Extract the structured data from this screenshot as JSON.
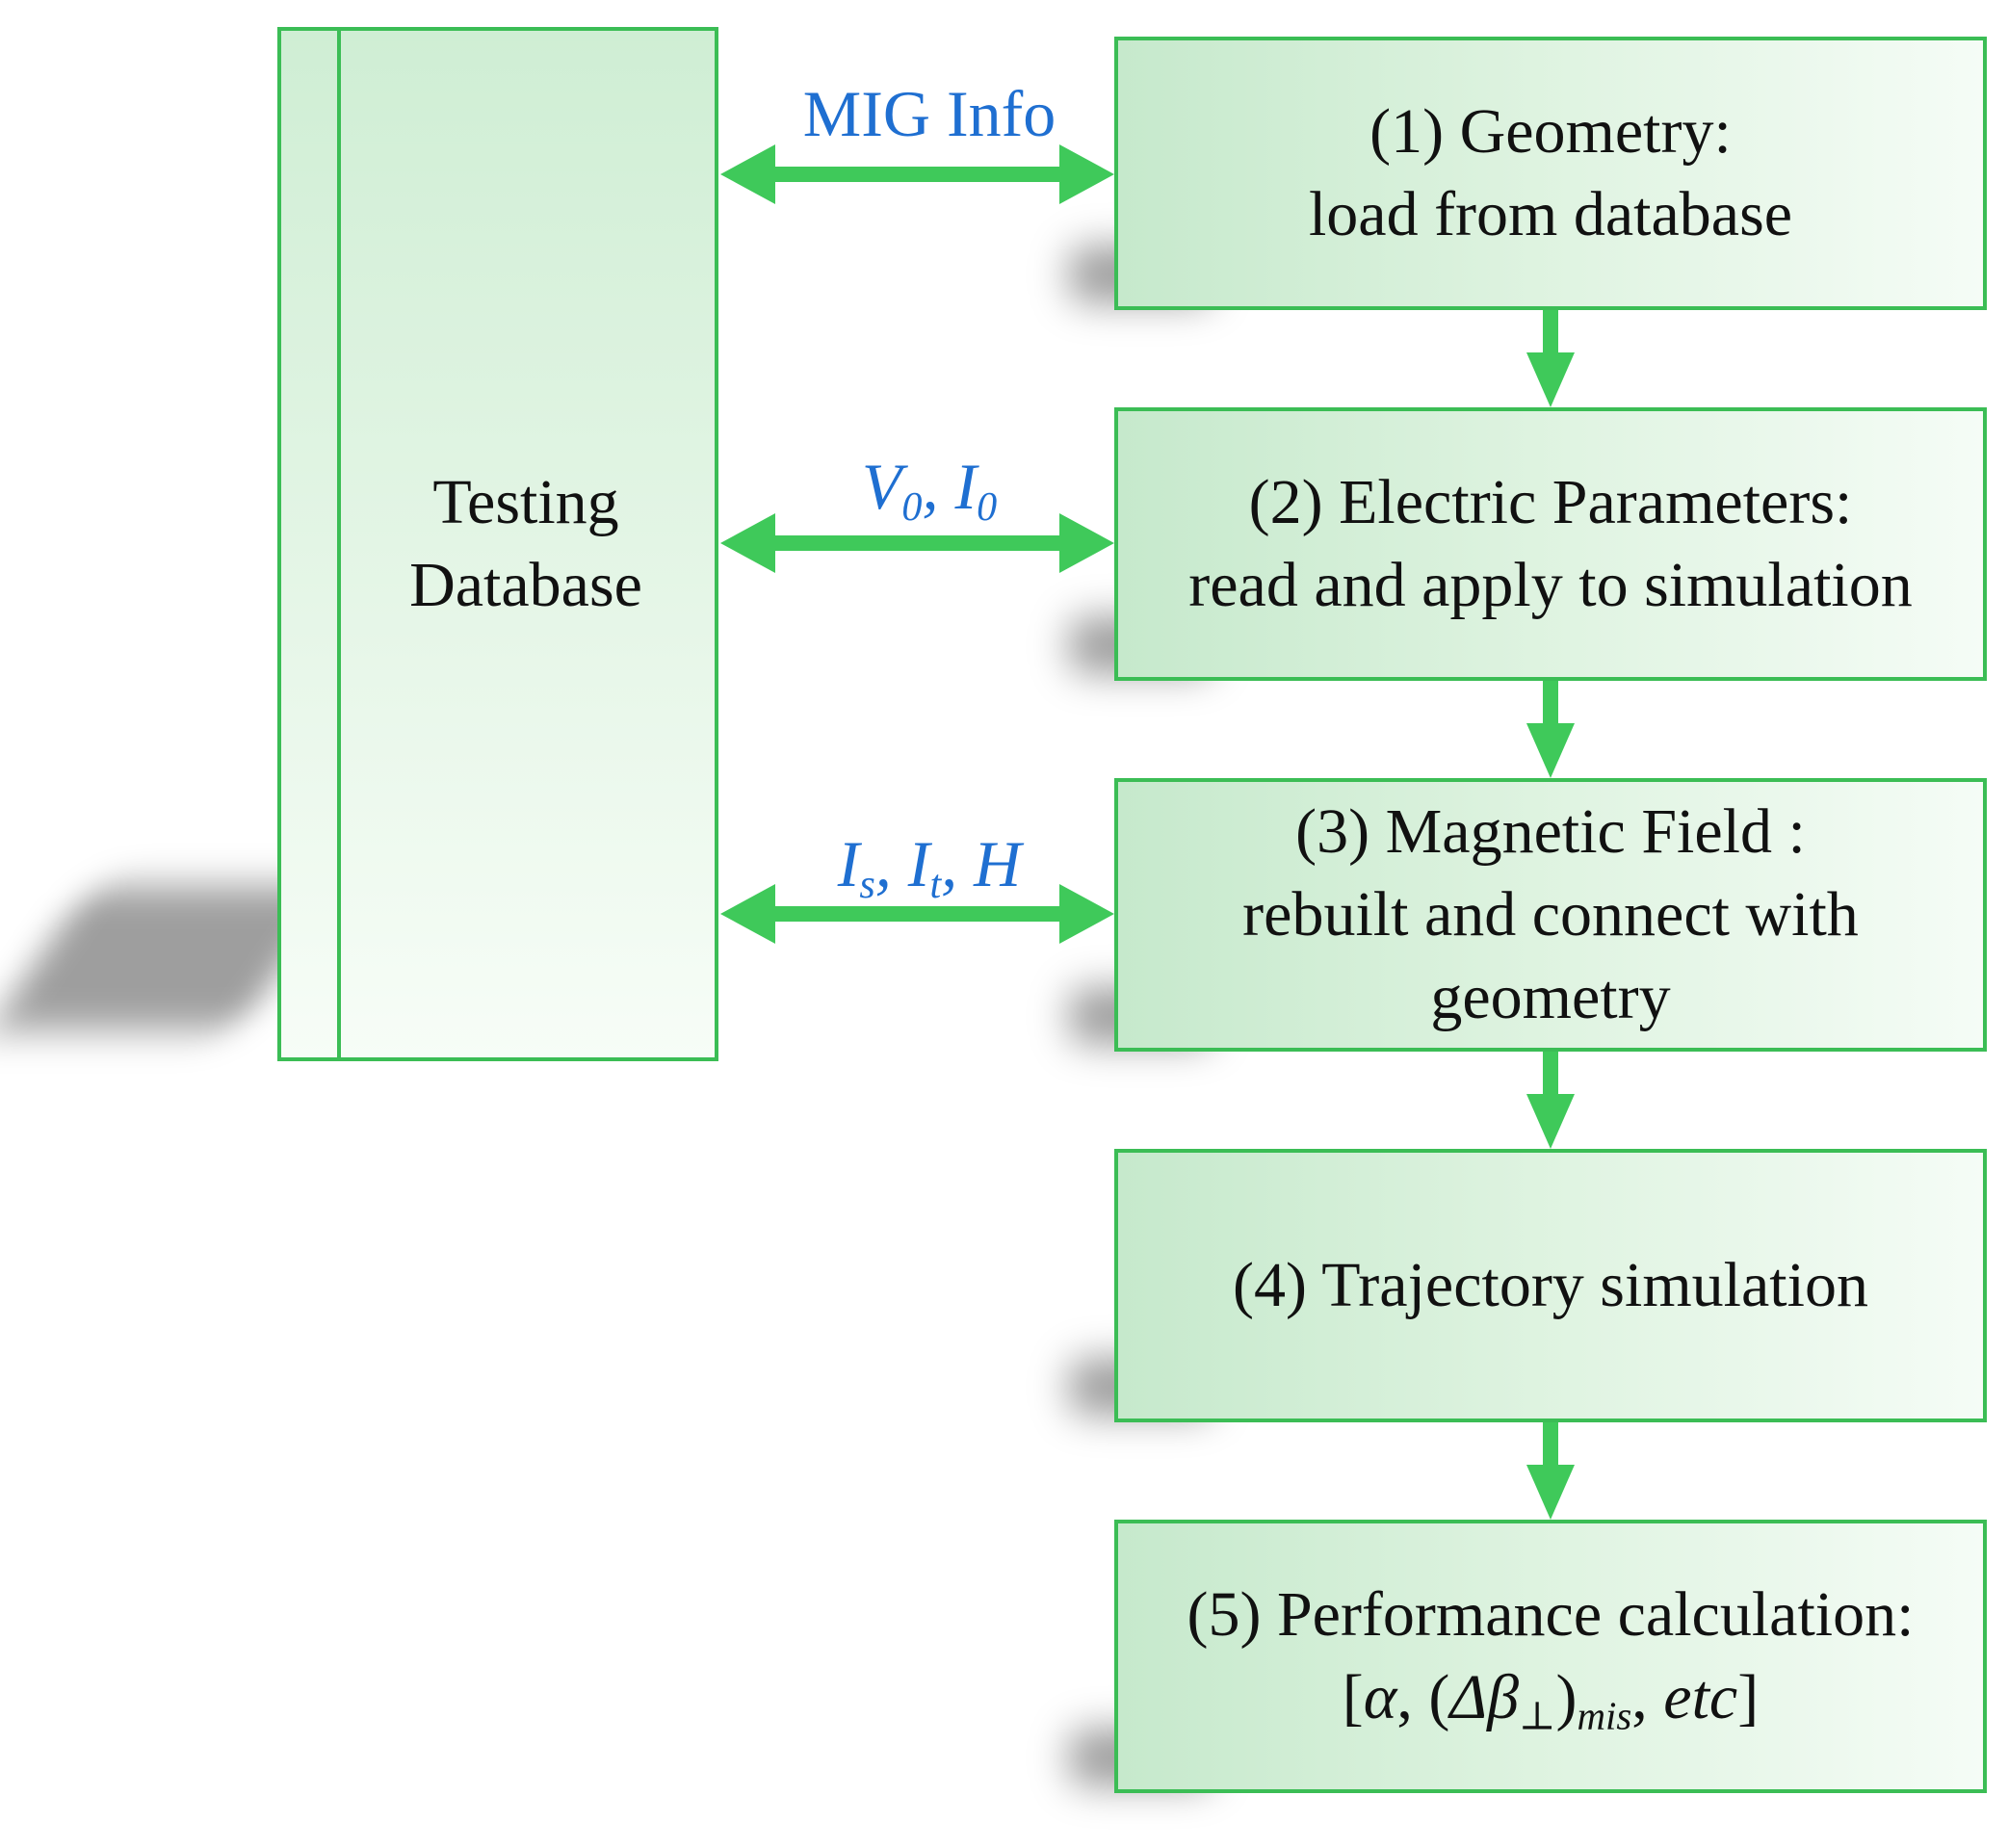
{
  "database": {
    "line1": "Testing",
    "line2": "Database"
  },
  "steps": [
    {
      "line1": "(1) Geometry:",
      "line2": "load from database"
    },
    {
      "line1": "(2) Electric Parameters:",
      "line2": "read and apply to simulation"
    },
    {
      "line1": "(3) Magnetic Field :",
      "line2": "rebuilt and connect with",
      "line3": "geometry"
    },
    {
      "line1": "(4) Trajectory simulation"
    },
    {
      "line1": "(5) Performance calculation:"
    }
  ],
  "step5_formula": {
    "open": "[",
    "alpha": "α",
    "comma1": ", (",
    "delta_beta": "Δβ",
    "perp": "⊥",
    "close_paren": ")",
    "mis": "mis",
    "comma2": ", ",
    "etc": "etc",
    "close": "]"
  },
  "exchange_labels": {
    "mig": "MIG Info",
    "v0_main": "V",
    "v0_sub": "0",
    "sep1": ", ",
    "i0_main": "I",
    "i0_sub": "0",
    "is_main": "I",
    "is_sub": "s",
    "sep2": ", ",
    "it_main": "I",
    "it_sub": "t",
    "sep3": ", ",
    "h": "H"
  },
  "colors": {
    "arrow": "#3fc95a",
    "border": "#3bbd55",
    "label": "#1f6fd1"
  }
}
